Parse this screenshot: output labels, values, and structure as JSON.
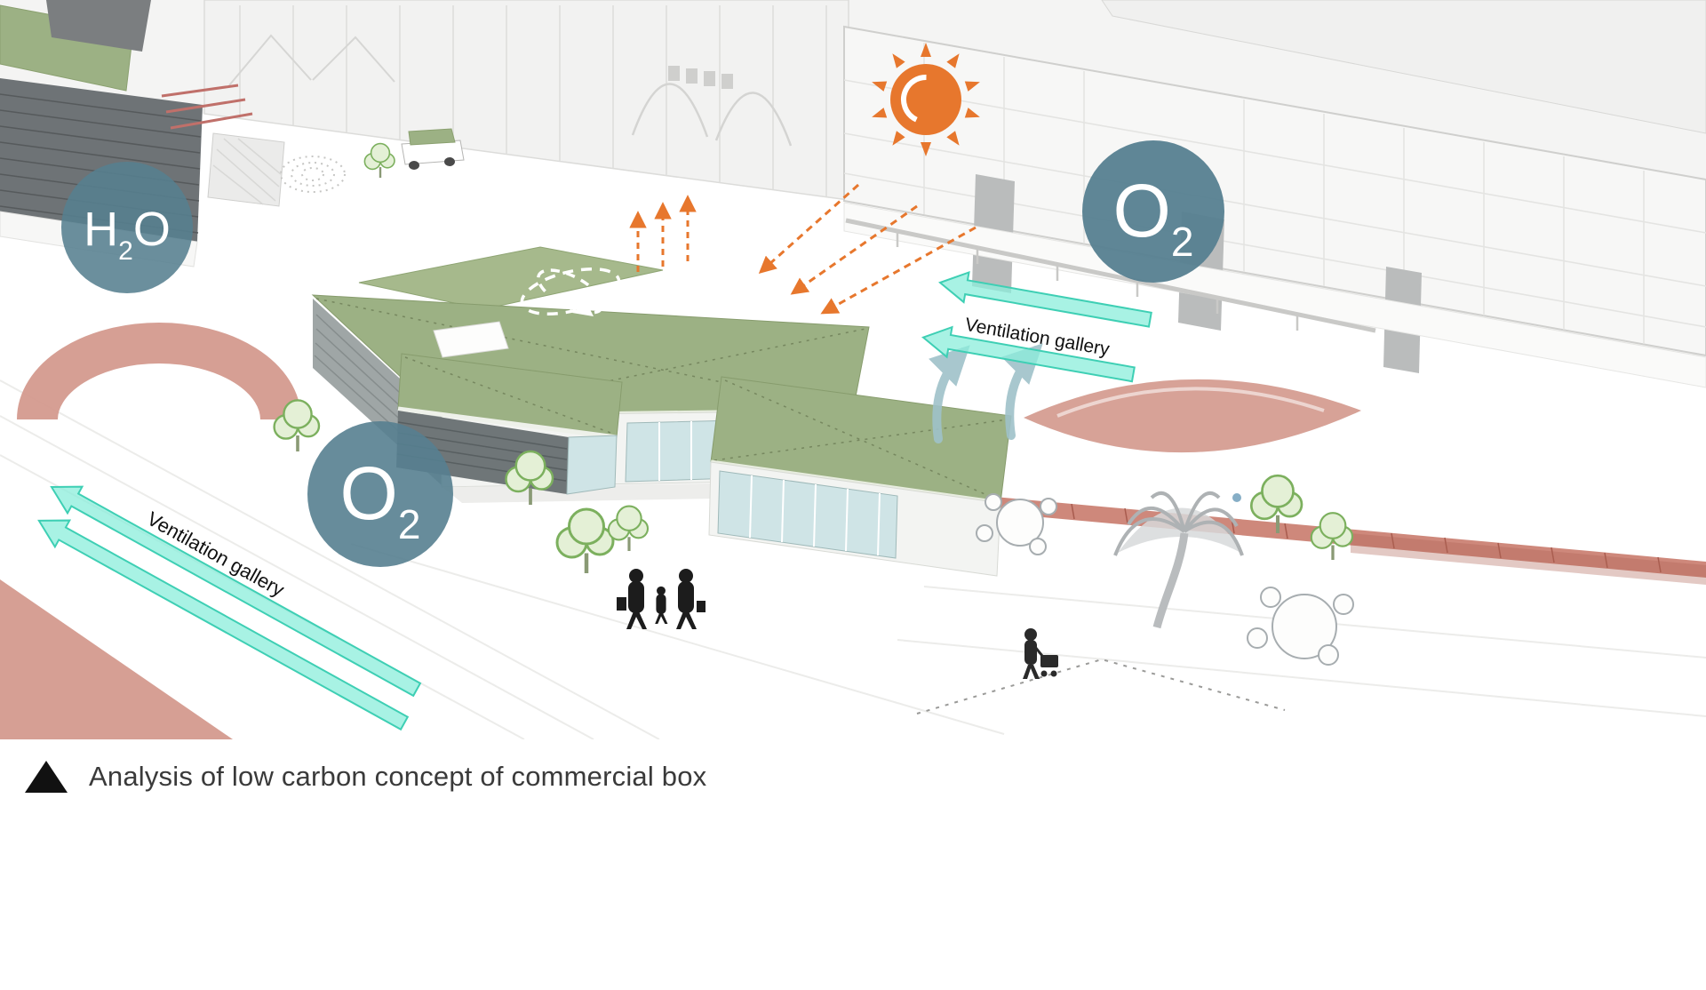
{
  "caption": {
    "text": "Analysis of low carbon concept of commercial box"
  },
  "labels": {
    "h2o": {
      "element": "H",
      "subscript": "2",
      "tail": "O"
    },
    "o2_left": {
      "element": "O",
      "subscript": "2"
    },
    "o2_right": {
      "element": "O",
      "subscript": "2"
    },
    "ventilation_left": {
      "text": "Ventilation gallery"
    },
    "ventilation_right": {
      "text": "Ventilation gallery"
    }
  },
  "icons": {
    "sun": "sun-icon",
    "air_circulation": "air-circulation-icon",
    "caption_marker": "triangle-icon"
  },
  "colors": {
    "roof_green": "#9cb184",
    "bubble_teal": "#567f90",
    "sun_orange": "#e7772d",
    "vent_arrow_fill": "#8beedb",
    "vent_arrow_stroke": "#3ecfb4",
    "ground_pink": "#d49a8e",
    "paver_red": "#c97b6d",
    "updraft_blue": "#9fc2c9",
    "glass_blue": "#cfe4e6",
    "caption_text": "#3a3a3a"
  }
}
